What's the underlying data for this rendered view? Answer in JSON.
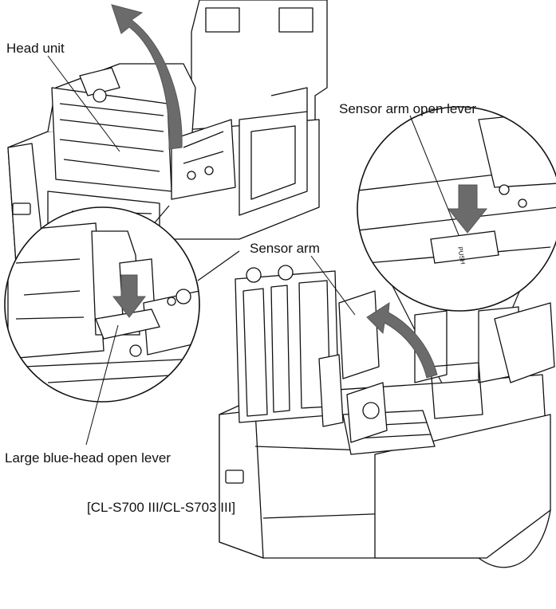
{
  "labels": {
    "head_unit": "Head unit",
    "sensor_arm_open_lever": "Sensor arm open lever",
    "sensor_arm": "Sensor arm",
    "large_lever": "Large blue-head open lever",
    "model": "[CL-S700 III/CL-S703 III]"
  },
  "callout_text": {
    "push": "PUSH"
  },
  "colors": {
    "arrow": "#6b6b6b",
    "line": "#111111",
    "fill": "#ffffff"
  }
}
